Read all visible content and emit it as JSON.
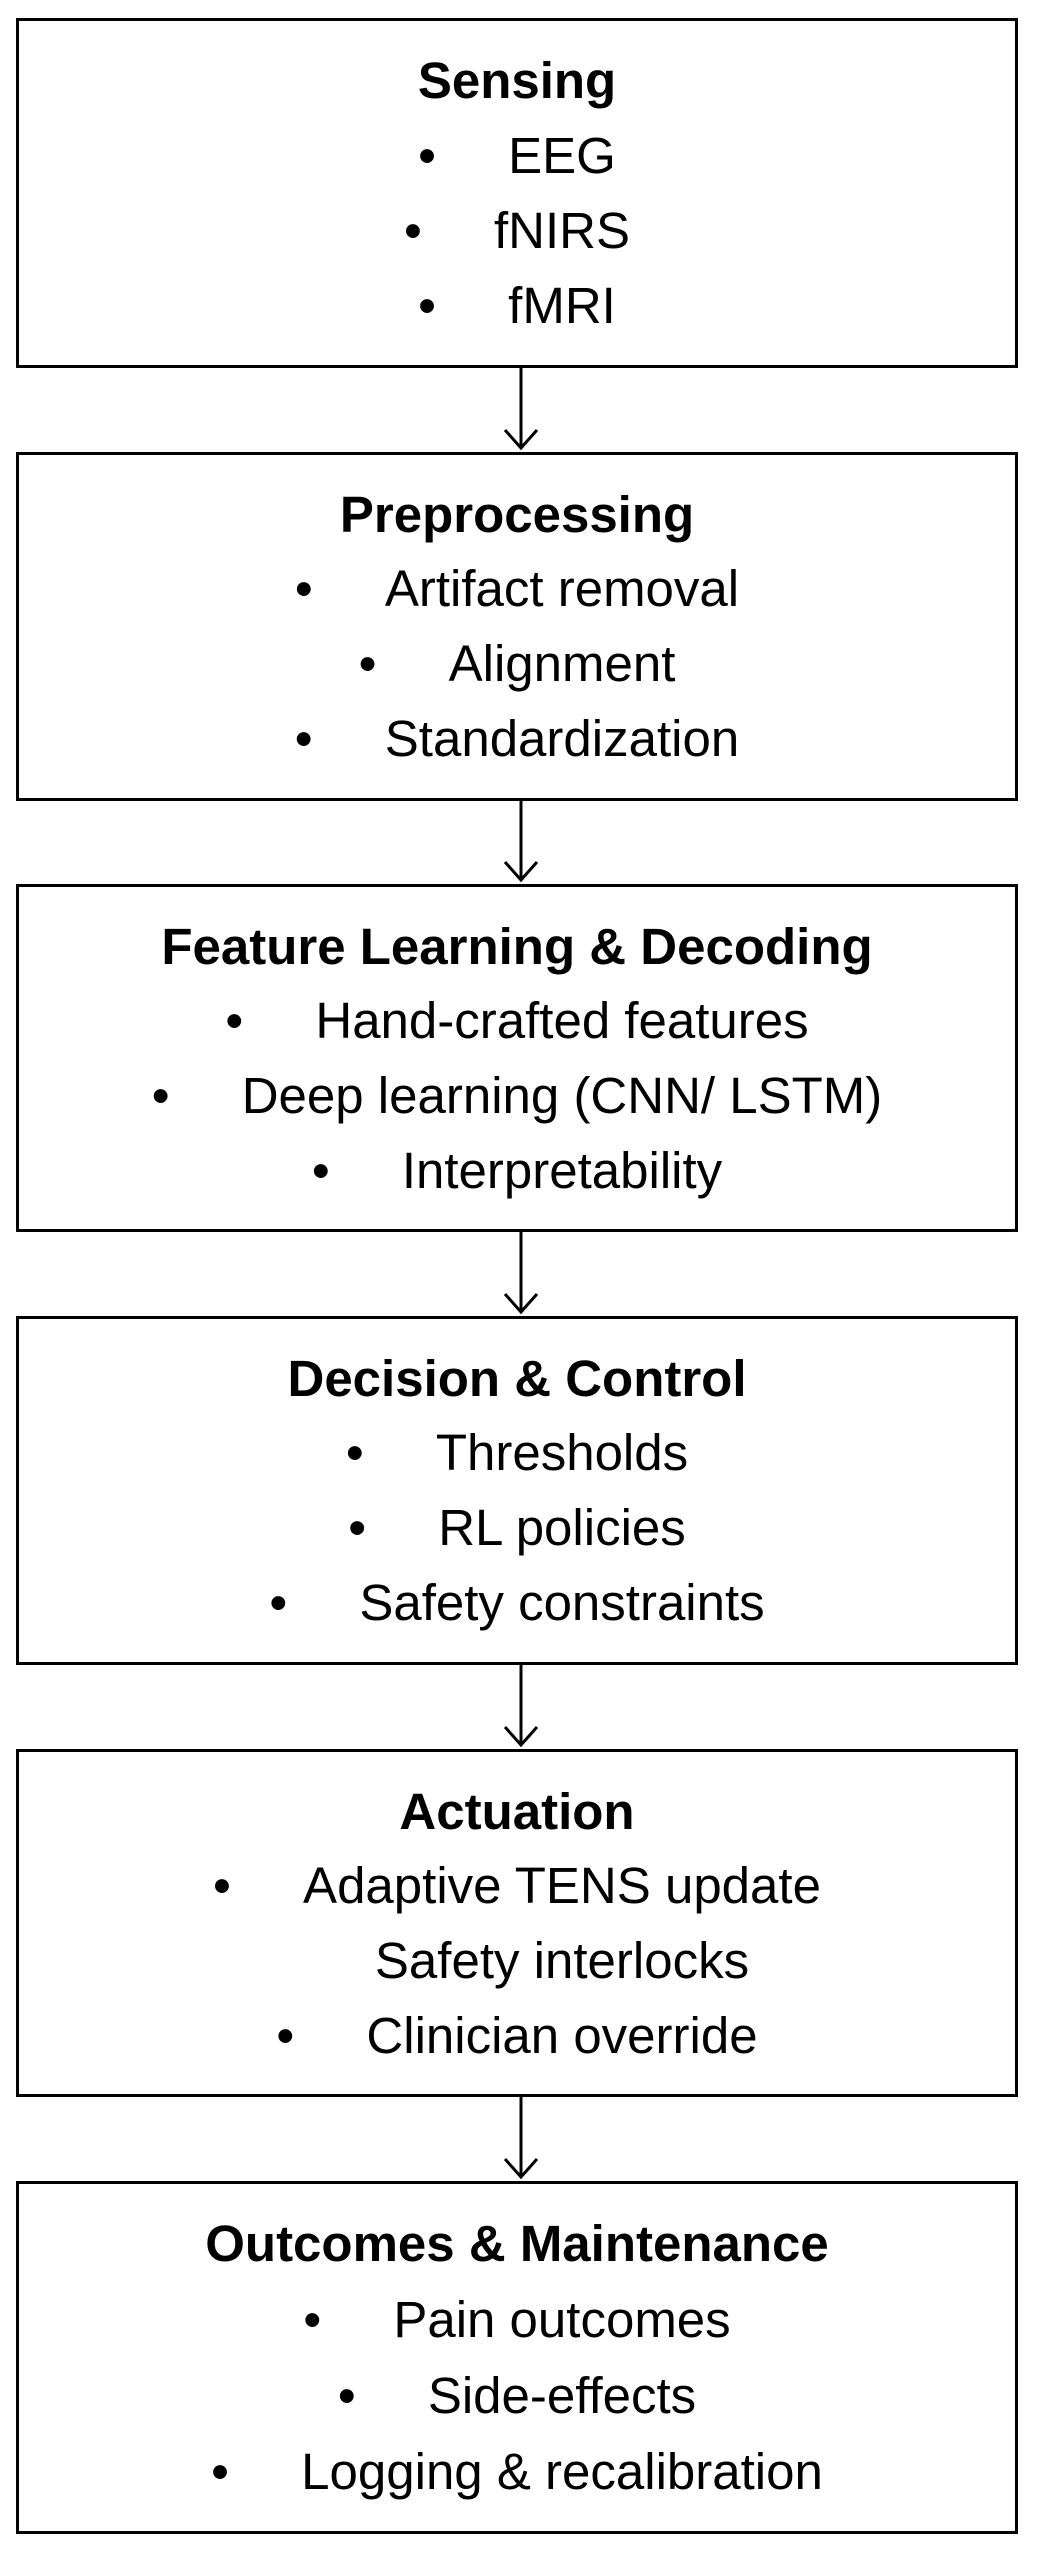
{
  "stages": [
    {
      "title": "Sensing",
      "items": [
        {
          "bullet": "•",
          "text": "EEG"
        },
        {
          "bullet": "•",
          "text": "fNIRS"
        },
        {
          "bullet": "•",
          "text": "fMRI"
        }
      ]
    },
    {
      "title": "Preprocessing",
      "items": [
        {
          "bullet": "•",
          "text": "Artifact removal"
        },
        {
          "bullet": "•",
          "text": "Alignment"
        },
        {
          "bullet": "•",
          "text": "Standardization"
        }
      ]
    },
    {
      "title": "Feature Learning & Decoding",
      "items": [
        {
          "bullet": "•",
          "text": "Hand-crafted features"
        },
        {
          "bullet": "•",
          "text": "Deep learning (CNN/ LSTM)"
        },
        {
          "bullet": "•",
          "text": "Interpretability"
        }
      ]
    },
    {
      "title": "Decision & Control",
      "items": [
        {
          "bullet": "•",
          "text": "Thresholds"
        },
        {
          "bullet": "•",
          "text": "RL policies"
        },
        {
          "bullet": "•",
          "text": "Safety constraints"
        }
      ]
    },
    {
      "title": "Actuation",
      "items": [
        {
          "bullet": "•",
          "text": "Adaptive TENS update"
        },
        {
          "bullet": "",
          "text": "Safety interlocks"
        },
        {
          "bullet": "•",
          "text": "Clinician override"
        }
      ]
    },
    {
      "title": "Outcomes & Maintenance",
      "items": [
        {
          "bullet": "•",
          "text": "Pain outcomes"
        },
        {
          "bullet": "•",
          "text": "Side-effects"
        },
        {
          "bullet": "•",
          "text": "Logging & recalibration"
        }
      ]
    }
  ]
}
